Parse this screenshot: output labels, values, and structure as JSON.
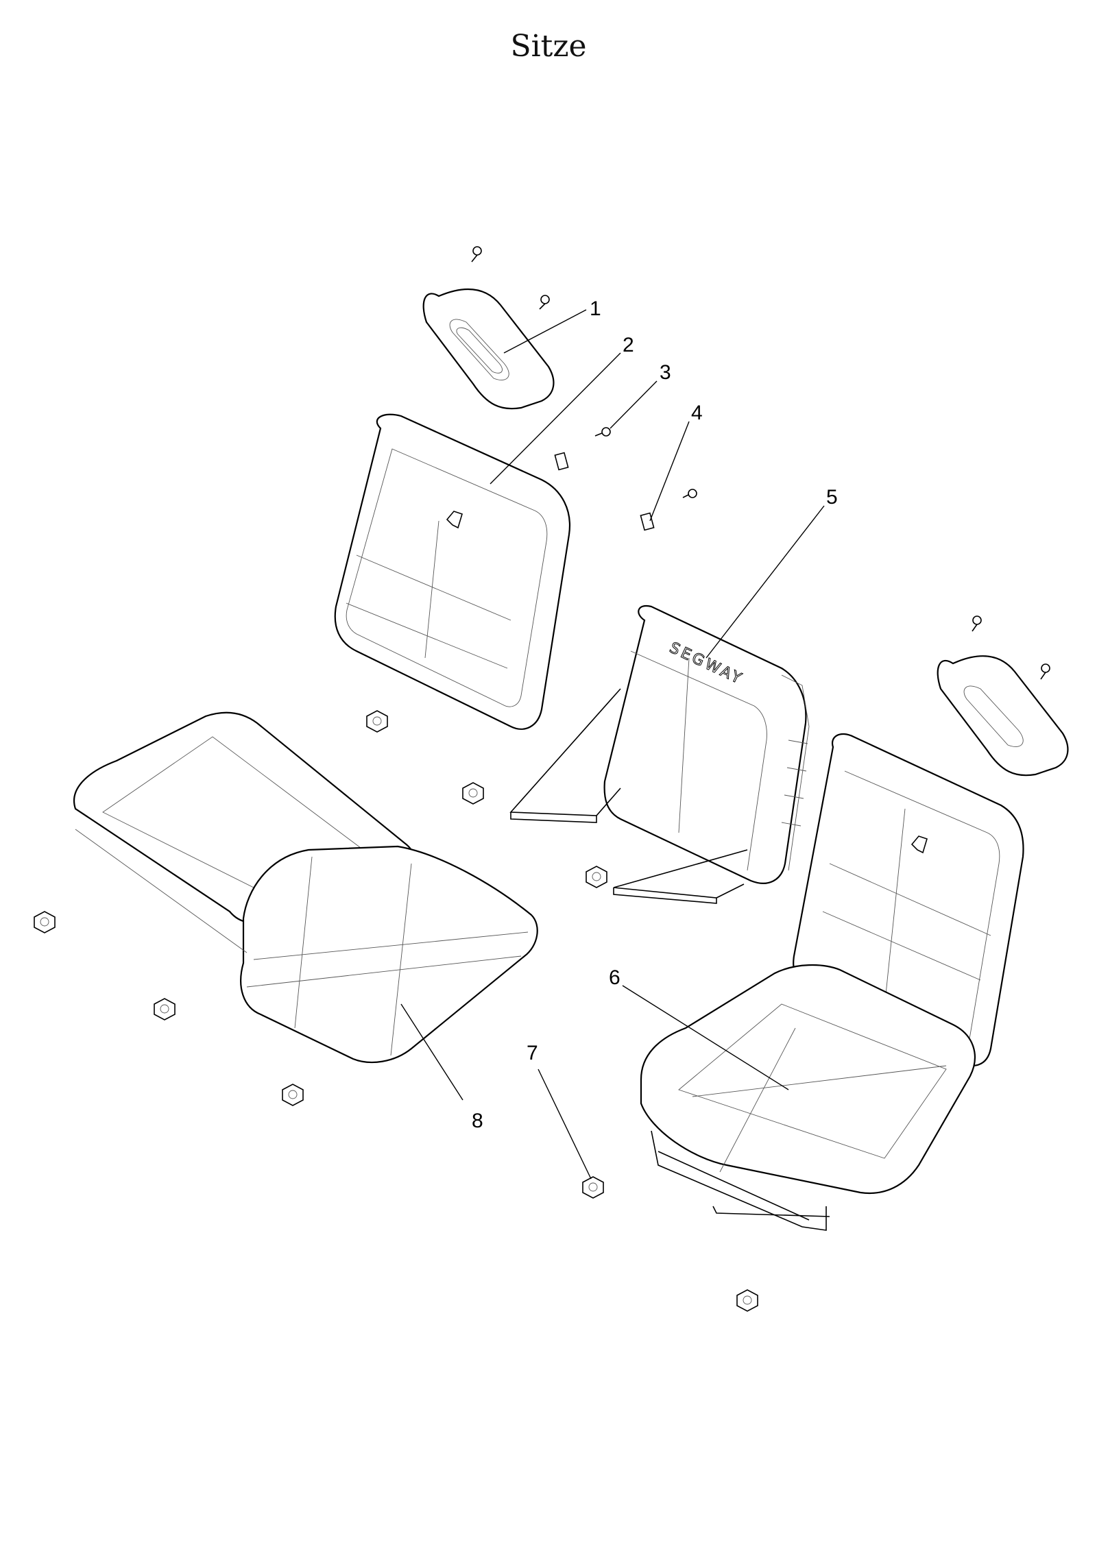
{
  "title": "Sitze",
  "callouts": [
    {
      "number": "1",
      "part": "headrest-cushion"
    },
    {
      "number": "2",
      "part": "backrest-cushion"
    },
    {
      "number": "3",
      "part": "screw"
    },
    {
      "number": "4",
      "part": "clip"
    },
    {
      "number": "5",
      "part": "center-backrest-assembly"
    },
    {
      "number": "6",
      "part": "driver-seat-assembly"
    },
    {
      "number": "7",
      "part": "nut"
    },
    {
      "number": "8",
      "part": "bench-seat-cushion"
    }
  ],
  "embossed_text": "SEGWAY"
}
